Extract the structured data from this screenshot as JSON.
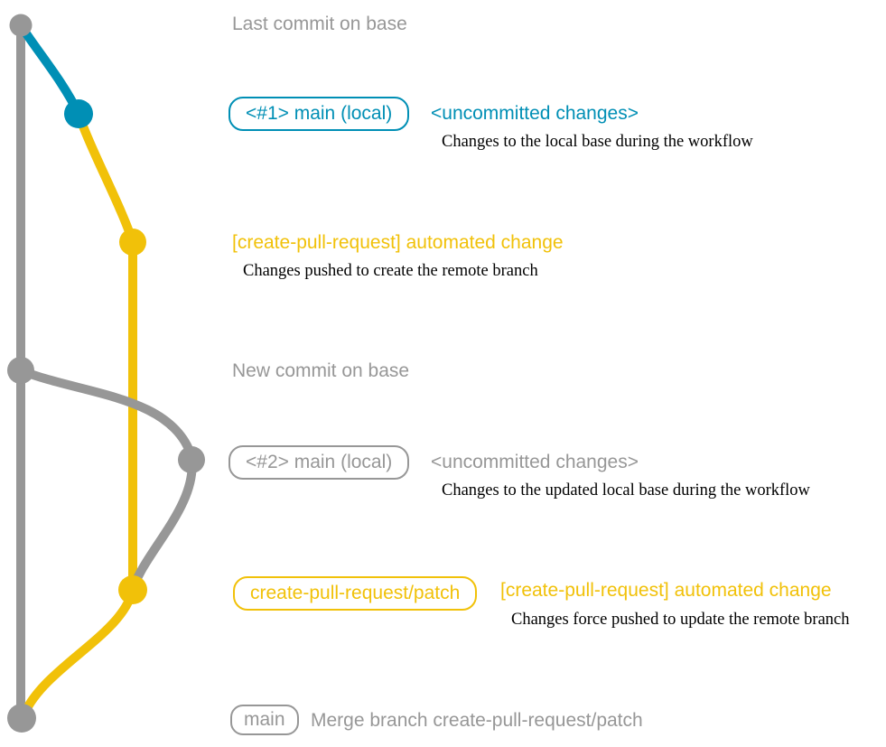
{
  "colors": {
    "base": "#979797",
    "local": "#008fb5",
    "patch": "#f1c109",
    "detail": "#000000",
    "background": "#ffffff"
  },
  "commits": {
    "last_base": {
      "message": "Last commit on base"
    },
    "local_1": {
      "branch_tag": "<#1> main (local)",
      "message": "<uncommitted changes>",
      "detail": "Changes to the local base during the workflow"
    },
    "patch_1": {
      "message": "[create-pull-request] automated change",
      "detail": "Changes pushed to create the remote branch"
    },
    "new_base": {
      "message": "New commit on base"
    },
    "local_2": {
      "branch_tag": "<#2> main (local)",
      "message": "<uncommitted changes>",
      "detail": "Changes to the updated local base during the workflow"
    },
    "patch_2": {
      "branch_tag": "create-pull-request/patch",
      "message": "[create-pull-request] automated change",
      "detail": "Changes force pushed to update the remote branch"
    },
    "merge": {
      "branch_tag": "main",
      "message": "Merge branch create-pull-request/patch"
    }
  }
}
